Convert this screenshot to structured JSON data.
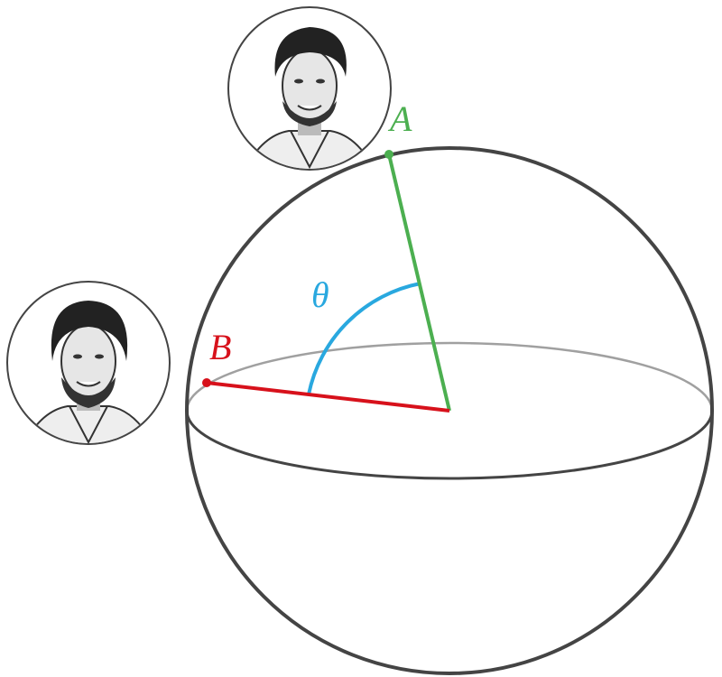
{
  "labels": {
    "point_a": "A",
    "point_b": "B",
    "angle": "θ"
  },
  "colors": {
    "sphere": "#444444",
    "equator_back": "#9a9a9a",
    "point_a": "#4caf50",
    "point_b": "#d7111b",
    "angle": "#29a8df"
  },
  "portraits": [
    {
      "name": "person-a-portrait"
    },
    {
      "name": "person-b-portrait"
    }
  ]
}
